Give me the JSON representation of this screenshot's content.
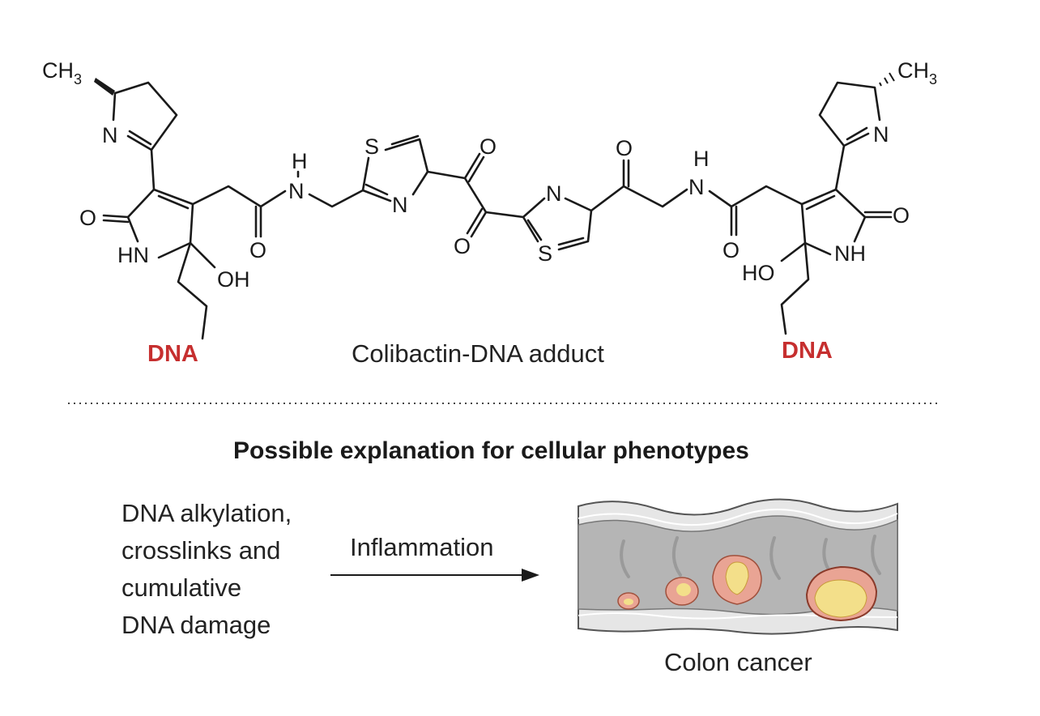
{
  "structure": {
    "caption": "Colibactin-DNA adduct",
    "left_attachment": "DNA",
    "right_attachment": "DNA",
    "atoms": {
      "methyl": "CH",
      "methyl_sub": "3",
      "nitrogen": "N",
      "sulfur": "S",
      "oxygen": "O",
      "amine_h": "H",
      "hn": "HN",
      "nh": "NH",
      "oh": "OH",
      "ho": "HO"
    }
  },
  "phenotype": {
    "heading": "Possible explanation for cellular phenotypes",
    "cause_lines": [
      "DNA alkylation,",
      "crosslinks and",
      "cumulative",
      "DNA damage"
    ],
    "arrow_label": "Inflammation",
    "outcome_label": "Colon cancer"
  },
  "colors": {
    "dna_label": "#c62f2f",
    "colon_wall": "#d9d9d9",
    "colon_lumen": "#b5b5b5",
    "tumor_outer": "#e9a494",
    "tumor_core": "#f3df8a"
  }
}
